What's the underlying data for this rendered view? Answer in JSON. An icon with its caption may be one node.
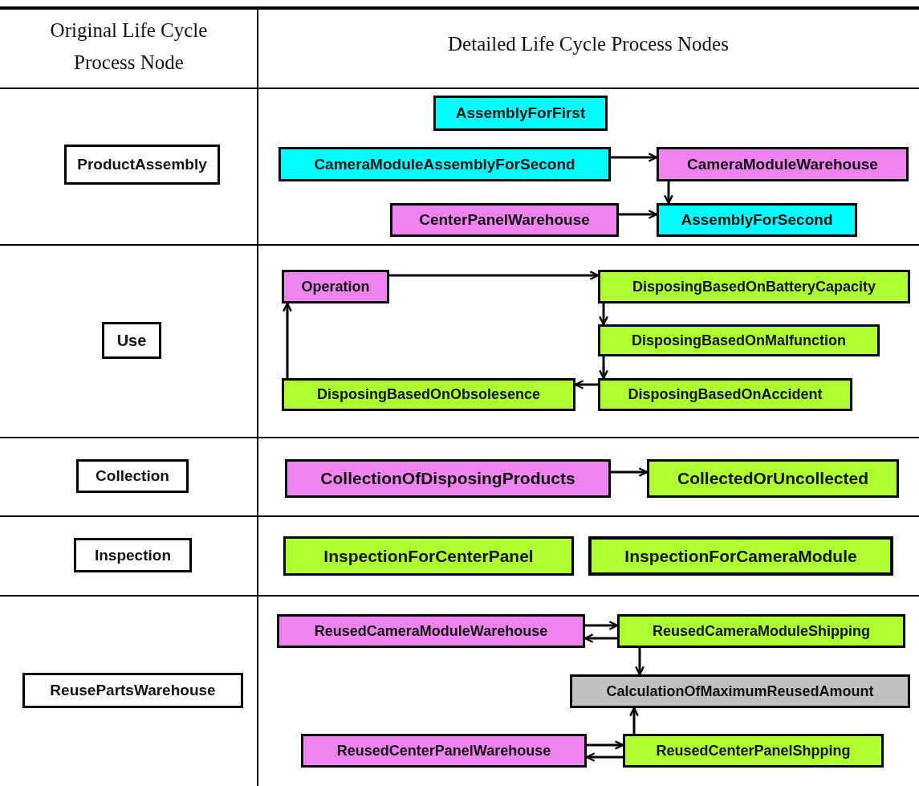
{
  "diagram": {
    "nodes": [
      {
        "text": [
          "ProductAssembly"
        ]
      },
      {
        "text": [
          "AssemblyForFirst"
        ]
      },
      {
        "text": [
          "CameraModuleAssemblyForSecond"
        ]
      },
      {
        "text": [
          "CameraModuleWarehouse"
        ]
      },
      {
        "text": [
          "CenterPanelWarehouse"
        ]
      },
      {
        "text": [
          "AssemblyForSecond"
        ]
      },
      {
        "text": [
          "Use"
        ]
      },
      {
        "text": [
          "Operation"
        ]
      },
      {
        "text": [
          "DisposingBasedOnBatteryCapacity"
        ]
      },
      {
        "text": [
          "DisposingBasedOnMalfunction"
        ]
      },
      {
        "text": [
          "DisposingBasedOnAccident"
        ]
      },
      {
        "text": [
          "DisposingBasedOnObsolesence"
        ]
      },
      {
        "text": [
          "Collection"
        ]
      },
      {
        "text": [
          "CollectionOfDisposingProducts"
        ]
      },
      {
        "text": [
          "CollectedOrUncollected"
        ]
      },
      {
        "text": [
          "Inspection"
        ]
      },
      {
        "text": [
          "InspectionForCenterPanel"
        ]
      },
      {
        "text": [
          "InspectionForCameraModule"
        ]
      },
      {
        "text": [
          "ReusePartsWarehouse"
        ]
      },
      {
        "text": [
          "ReusedCameraModuleWarehouse"
        ]
      },
      {
        "text": [
          "ReusedCameraModuleShipping"
        ]
      },
      {
        "text": [
          "CalculationOfMaximumReusedAmount"
        ]
      },
      {
        "text": [
          "ReusedCenterPanelWarehouse"
        ]
      },
      {
        "text": [
          "ReusedCenterPanelShpping"
        ]
      }
    ],
    "edges": [
      {
        "from": 2,
        "to": 3,
        "arrow": "to"
      },
      {
        "from": 3,
        "to": 5,
        "arrow": "to"
      },
      {
        "from": 4,
        "to": 5,
        "arrow": "to"
      },
      {
        "from": 7,
        "to": 8,
        "arrow": "to"
      },
      {
        "from": 8,
        "to": 9,
        "arrow": "to"
      },
      {
        "from": 9,
        "to": 10,
        "arrow": "to"
      },
      {
        "from": 10,
        "to": 11,
        "arrow": "to"
      },
      {
        "from": 11,
        "to": 7,
        "arrow": "to"
      },
      {
        "from": 13,
        "to": 14,
        "arrow": "to"
      },
      {
        "from": 19,
        "to": 20,
        "arrow": "to"
      },
      {
        "from": 20,
        "to": 19,
        "arrow": "to"
      },
      {
        "from": 20,
        "to": 21,
        "arrow": "to"
      },
      {
        "from": 23,
        "to": 21,
        "arrow": "to"
      },
      {
        "from": 22,
        "to": 23,
        "arrow": "to"
      },
      {
        "from": 23,
        "to": 22,
        "arrow": "to"
      }
    ],
    "labels": [
      "Original Life Cycle Process Node",
      "Detailed Life Cycle Process Nodes"
    ]
  }
}
